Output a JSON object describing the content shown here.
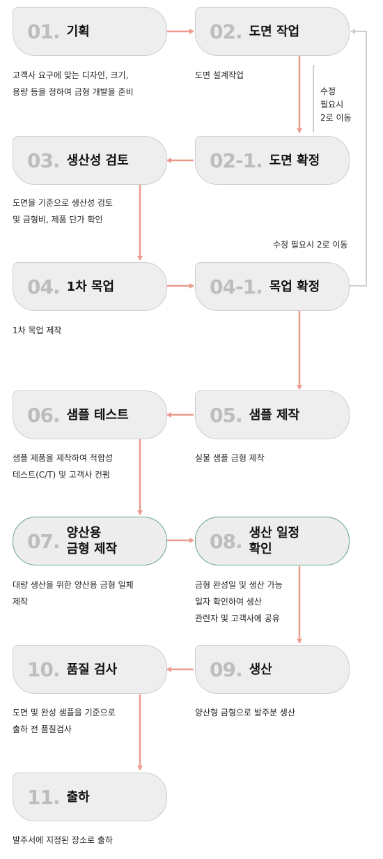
{
  "steps": [
    {
      "num": "01.",
      "title": "기획",
      "desc": "고객사 요구에 맞는 디자인, 크기,\n용량 등을 정하여 금형 개발을 준비"
    },
    {
      "num": "02.",
      "title": "도면 작업",
      "desc": "도면 설계작업"
    },
    {
      "num": "02-1.",
      "title": "도면 확정",
      "desc": ""
    },
    {
      "num": "03.",
      "title": "생산성 검토",
      "desc": "도면을 기준으로 생산성 검토\n및 금형비, 제품 단가 확인"
    },
    {
      "num": "04.",
      "title": "1차 목업",
      "desc": "1차 목업 제작"
    },
    {
      "num": "04-1.",
      "title": "목업 확정",
      "desc": ""
    },
    {
      "num": "05.",
      "title": "샘플 제작",
      "desc": "실물 샘플 금형 제작"
    },
    {
      "num": "06.",
      "title": "샘플 테스트",
      "desc": "샘플 제품을 제작하여 적합성\n테스트(C/T) 및 고객사 컨펌"
    },
    {
      "num": "07.",
      "title": "양산용\n금형 제작",
      "desc": "대량 생산을 위한 양산용 금형 일체\n제작"
    },
    {
      "num": "08.",
      "title": "생산 일정\n확인",
      "desc": "금형 완성일 및 생산 가능\n일자 확인하여 생산\n관련자 및 고객사에 공유"
    },
    {
      "num": "09.",
      "title": "생산",
      "desc": "양산형 금형으로 발주분 생산"
    },
    {
      "num": "10.",
      "title": "품질 검사",
      "desc": "도면 및 완성 샘플을 기준으로\n출하 전 품질검사"
    },
    {
      "num": "11.",
      "title": "출하",
      "desc": "발주서에 지정된 장소로 출하"
    }
  ],
  "loop_notes": {
    "from_02_1": "수정\n필요시\n2로 이동",
    "from_04_1": "수정 필요시 2로 이동"
  },
  "colors": {
    "arrow": "#eb9b8c",
    "loop": "#cfcfcf",
    "green_border": "#62a589",
    "number": "#bdbdbd"
  }
}
